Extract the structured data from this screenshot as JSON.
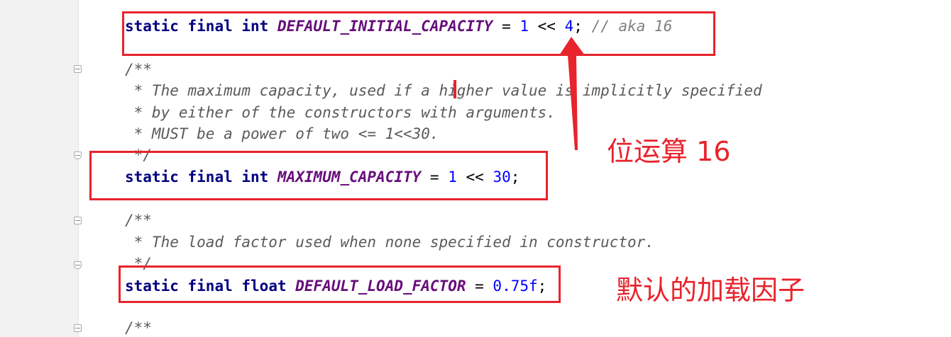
{
  "code": {
    "line1": {
      "kw1": "static",
      "kw2": "final",
      "kw3": "int",
      "name": "DEFAULT_INITIAL_CAPACITY",
      "eq": " = ",
      "n1": "1",
      "op": " << ",
      "n2": "4",
      "semi": ";",
      "comment": " // aka 16"
    },
    "doc1": [
      "/**",
      " * The maximum capacity, used if a higher value is implicitly specified",
      " * by either of the constructors with arguments.",
      " * MUST be a power of two <= 1<<30.",
      " */"
    ],
    "line2": {
      "kw1": "static",
      "kw2": "final",
      "kw3": "int",
      "name": "MAXIMUM_CAPACITY",
      "eq": " = ",
      "n1": "1",
      "op": " << ",
      "n2": "30",
      "semi": ";"
    },
    "doc2": [
      "/**",
      " * The load factor used when none specified in constructor.",
      " */"
    ],
    "line3": {
      "kw1": "static",
      "kw2": "final",
      "kw3": "float",
      "name": "DEFAULT_LOAD_FACTOR",
      "eq": " = ",
      "n1": "0.75f",
      "semi": ";"
    },
    "doc3": [
      "/**"
    ]
  },
  "annotations": {
    "bit_shift_note": "位运算 16",
    "load_factor_note": "默认的加载因子"
  },
  "colors": {
    "annotation_red": "#e8232c",
    "keyword": "#000080",
    "constant": "#660e7a",
    "number": "#0000ff",
    "comment": "#808080"
  }
}
